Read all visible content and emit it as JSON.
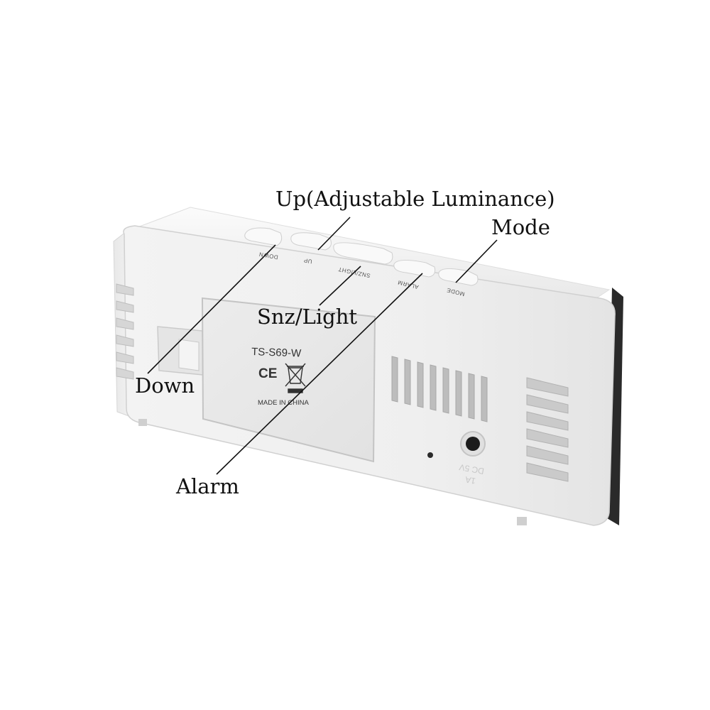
{
  "callouts": {
    "up": "Up(Adjustable Luminance)",
    "mode": "Mode",
    "snz_light": "Snz/Light",
    "down": "Down",
    "alarm": "Alarm"
  },
  "top_buttons": {
    "down": "DOWN",
    "up": "UP",
    "snz_light": "SNZ/LIGHT",
    "alarm": "ALARM",
    "mode": "MODE"
  },
  "battery_cover": {
    "model": "TS-S69-W",
    "ce_mark": "CE",
    "origin": "MADE IN CHINA"
  },
  "power_jack_label": {
    "line1": "DC 5V",
    "line2": "1A"
  },
  "colors": {
    "body": "#f1f1f1",
    "shadow": "#cfcfcf",
    "leader_lines": "#111111"
  }
}
